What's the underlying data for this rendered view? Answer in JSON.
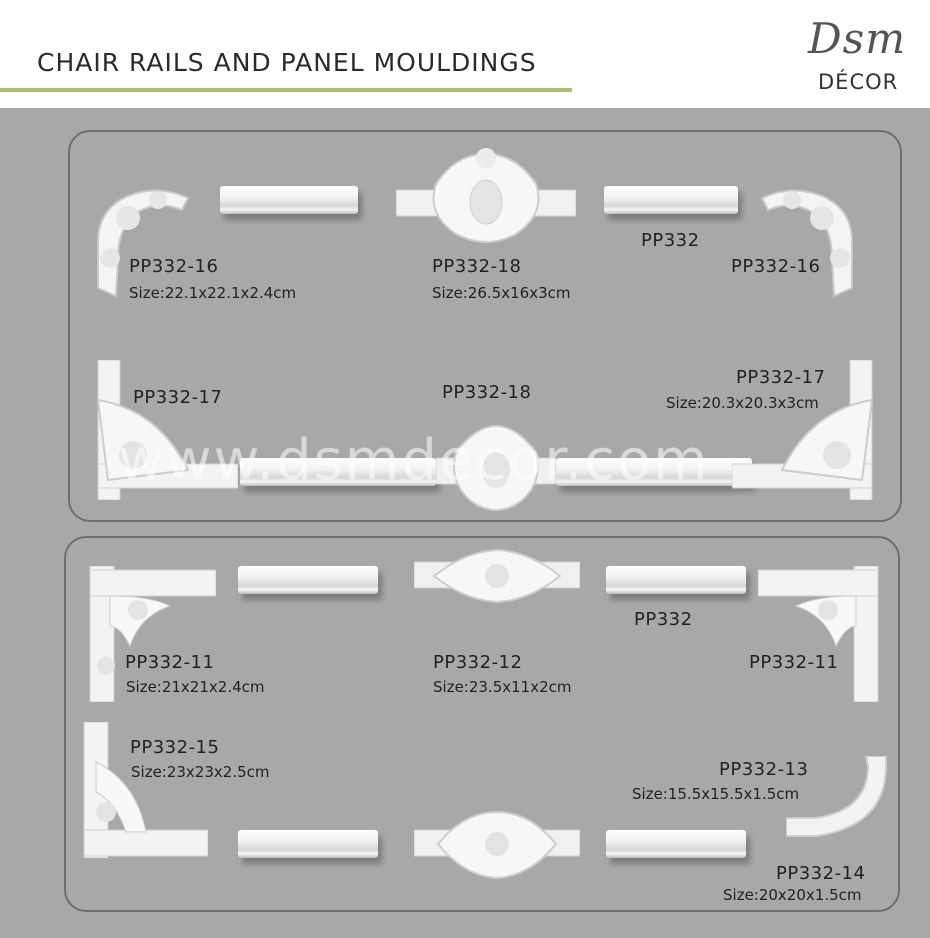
{
  "header": {
    "title": "CHAIR RAILS AND PANEL MOULDINGS",
    "logo_script": "Dsm",
    "logo_sub": "DÉCOR"
  },
  "watermark": "www.dsmdecor.com",
  "panel1": {
    "top_left": {
      "code": "PP332-16",
      "size": "Size:22.1x22.1x2.4cm"
    },
    "top_center": {
      "code": "PP332-18",
      "size": "Size:26.5x16x3cm"
    },
    "rail_code": "PP332",
    "top_right": {
      "code": "PP332-16"
    },
    "bottom_left": {
      "code": "PP332-17"
    },
    "bottom_center": {
      "code": "PP332-18"
    },
    "bottom_right": {
      "code": "PP332-17",
      "size": "Size:20.3x20.3x3cm"
    }
  },
  "panel2": {
    "top_left": {
      "code": "PP332-11",
      "size": "Size:21x21x2.4cm"
    },
    "top_center": {
      "code": "PP332-12",
      "size": "Size:23.5x11x2cm"
    },
    "rail_code": "PP332",
    "top_right": {
      "code": "PP332-11"
    },
    "bottom_left": {
      "code": "PP332-15",
      "size": "Size:23x23x2.5cm"
    },
    "bottom_right_a": {
      "code": "PP332-13",
      "size": "Size:15.5x15.5x1.5cm"
    },
    "bottom_right_b": {
      "code": "PP332-14",
      "size": "Size:20x20x1.5cm"
    }
  },
  "colors": {
    "accent_line": "#a7bd72",
    "background": "#a8a8a8",
    "frame": "#6e6e6e"
  }
}
